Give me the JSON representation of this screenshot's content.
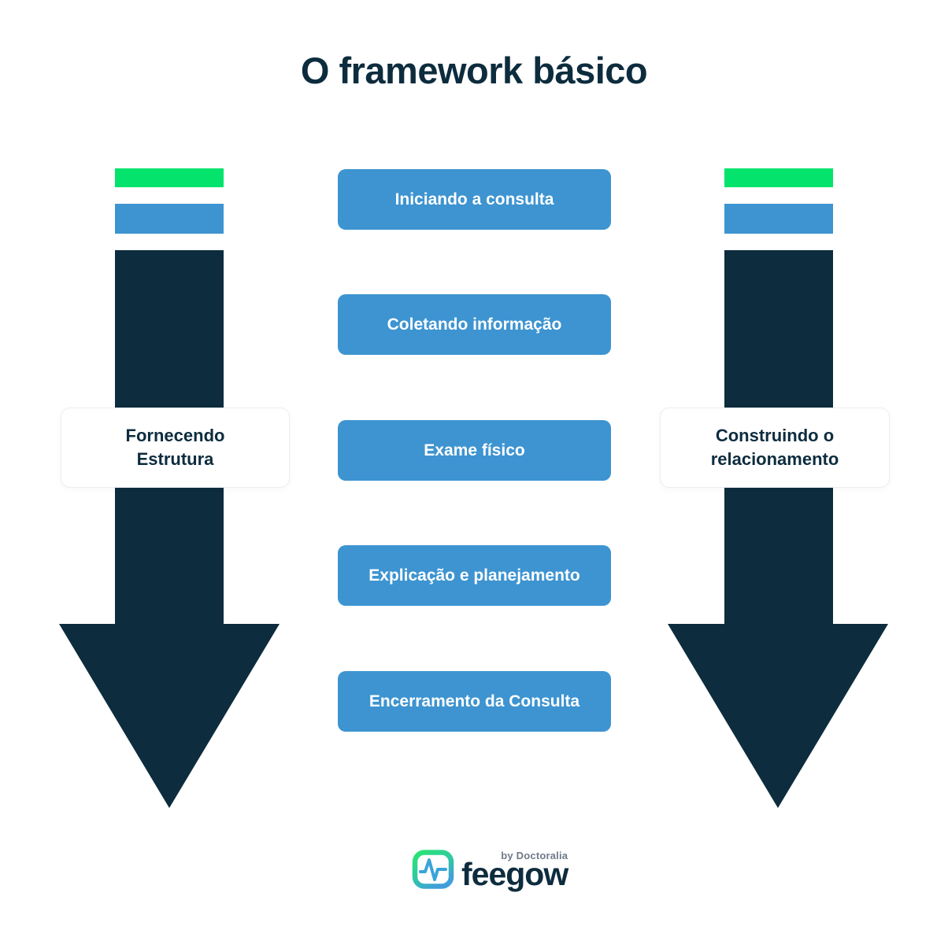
{
  "title": "O framework básico",
  "steps": [
    {
      "label": "Iniciando a consulta"
    },
    {
      "label": "Coletando informação"
    },
    {
      "label": "Exame físico"
    },
    {
      "label": "Explicação e planejamento"
    },
    {
      "label": "Encerramento da Consulta"
    }
  ],
  "left_track": {
    "label": "Fornecendo\nEstrutura"
  },
  "right_track": {
    "label": "Construindo o\nrelacionamento"
  },
  "footer": {
    "brand": "feegow",
    "byline": "by Doctoralia"
  },
  "colors": {
    "navy": "#0d2c3e",
    "green": "#04e36c",
    "blue": "#3d94d1",
    "card_border": "#ededf2",
    "byline_gray": "#6e7a88",
    "background": "#ffffff"
  }
}
